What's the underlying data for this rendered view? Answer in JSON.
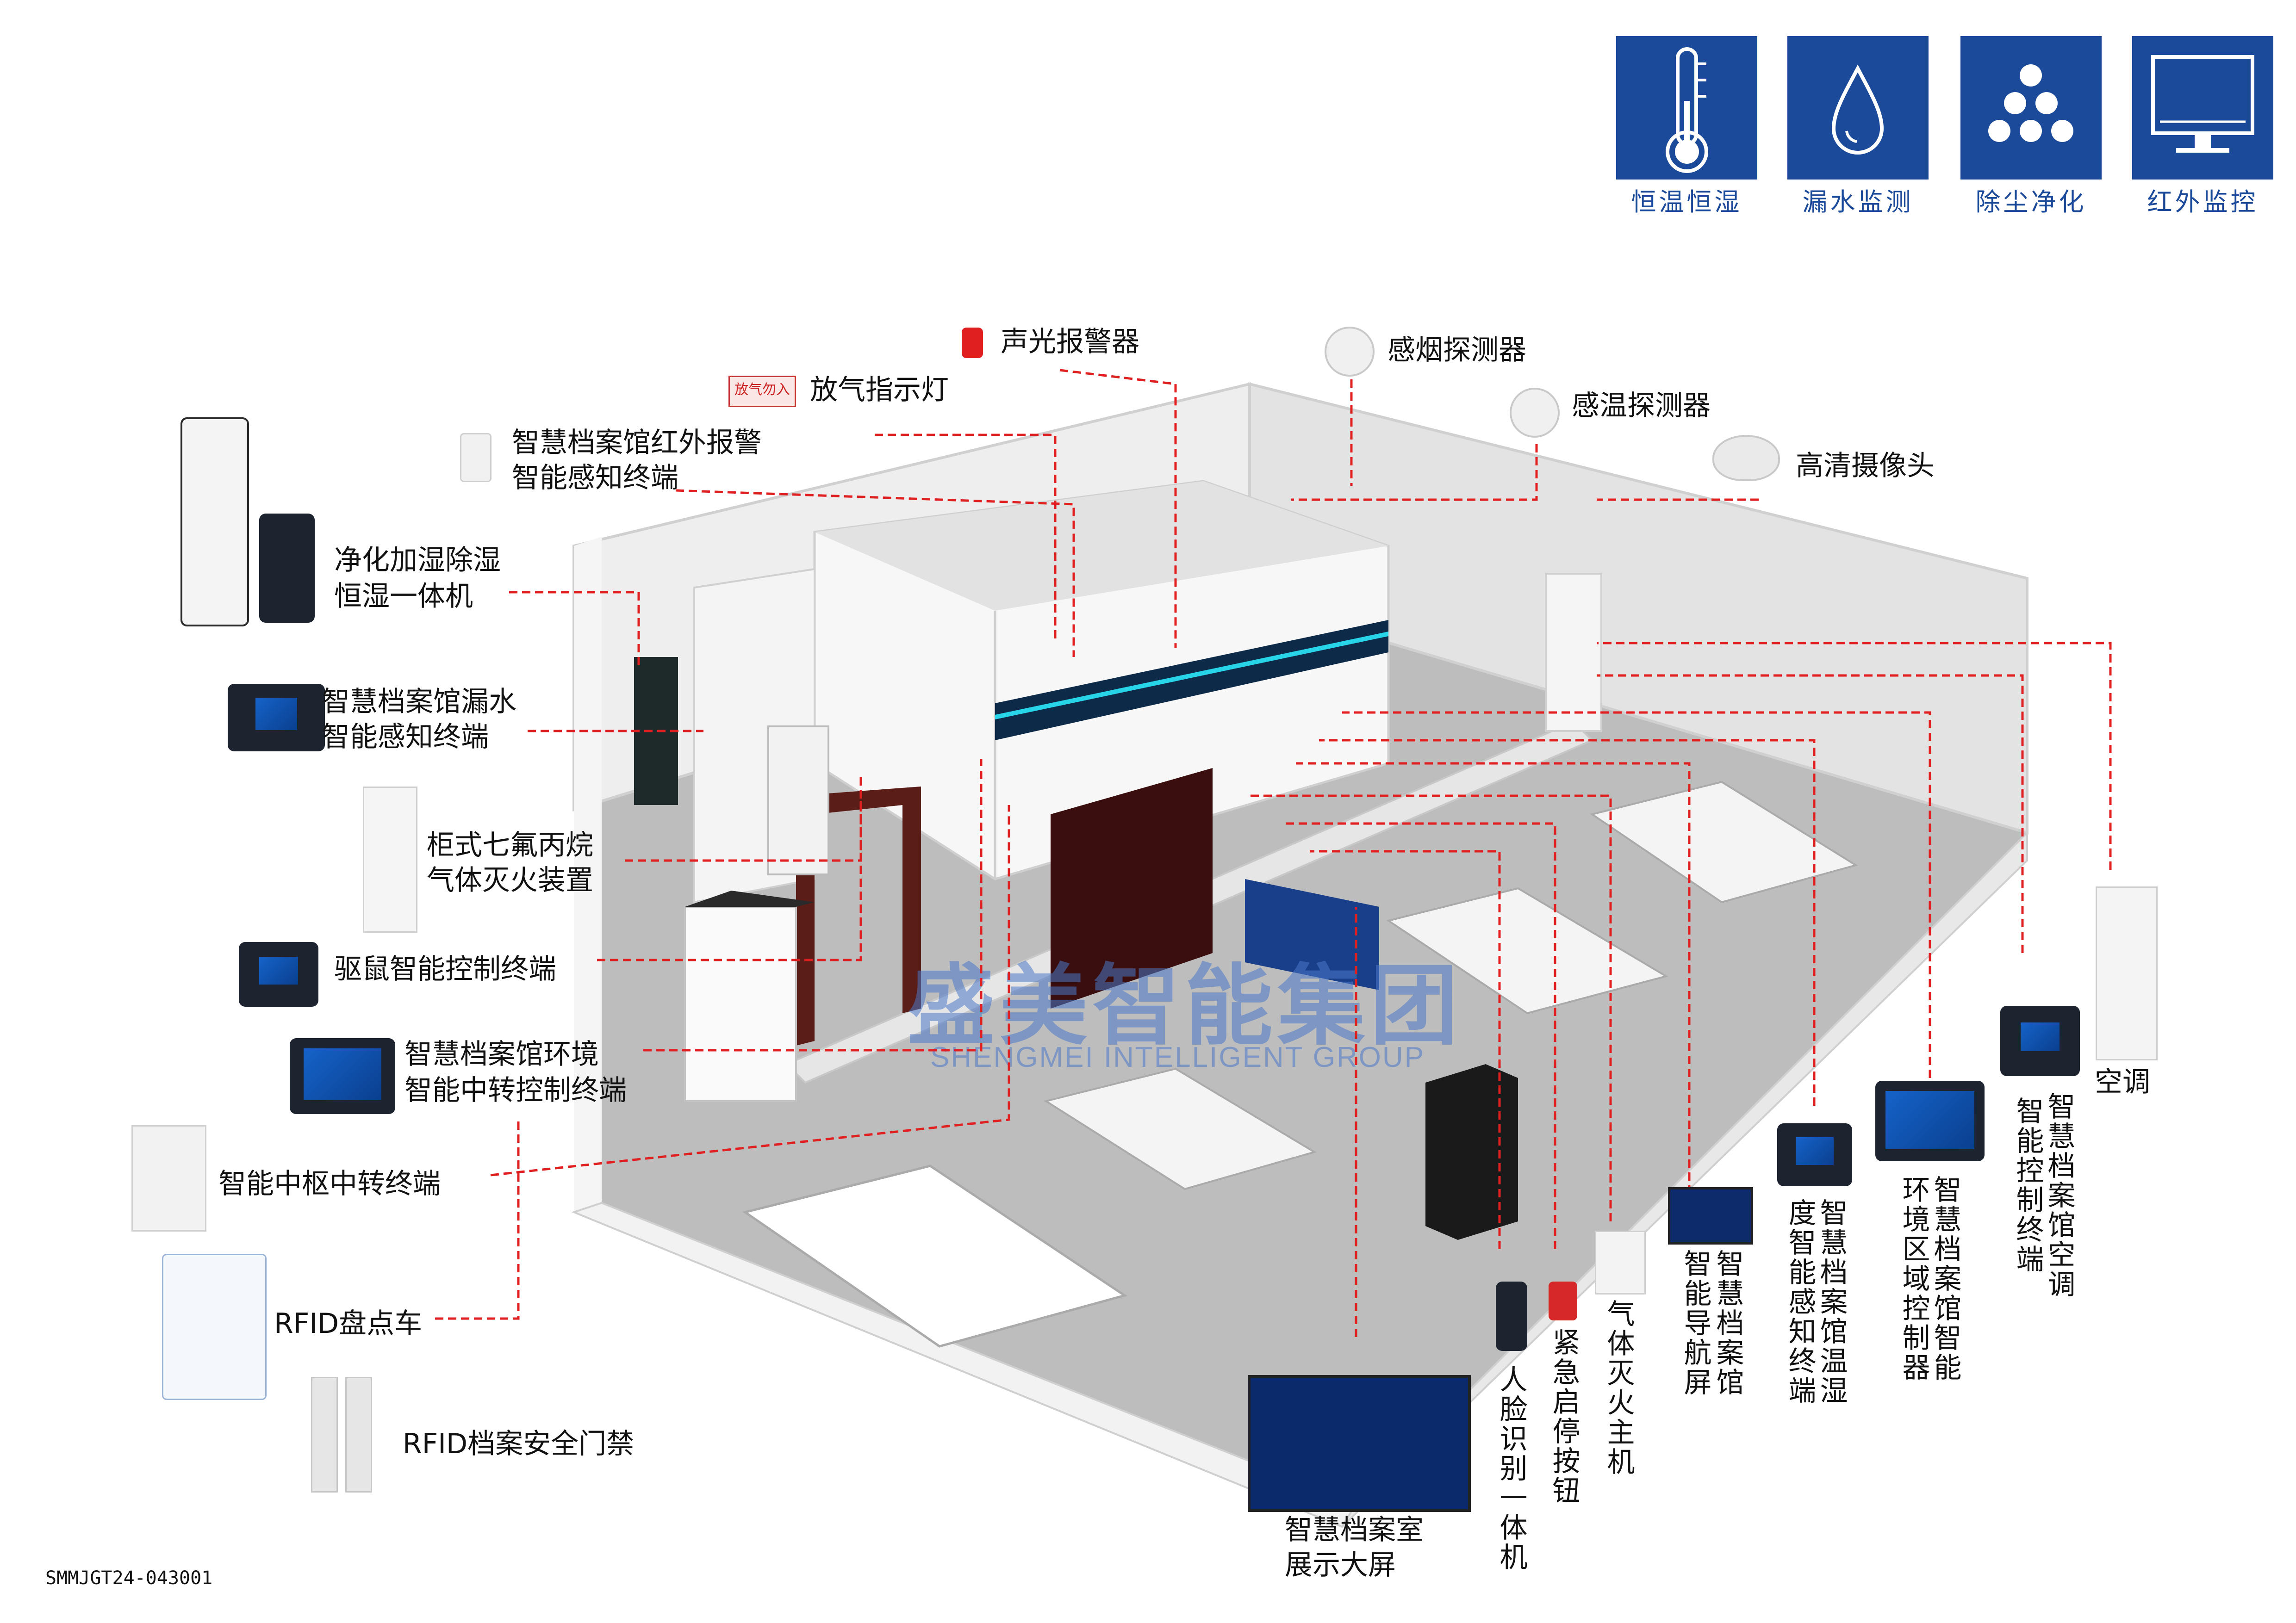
{
  "features": [
    {
      "label": "恒温恒湿",
      "icon": "thermometer-icon"
    },
    {
      "label": "漏水监测",
      "icon": "water-drop-icon"
    },
    {
      "label": "除尘净化",
      "icon": "dust-dots-icon"
    },
    {
      "label": "红外监控",
      "icon": "monitor-icon"
    }
  ],
  "labels": {
    "alarm": "声光报警器",
    "smoke": "感烟探测器",
    "release_light": "放气指示灯",
    "release_sign": "放气勿入",
    "heat": "感温探测器",
    "ir_line1": "智慧档案馆红外报警",
    "ir_line2": "智能感知终端",
    "camera": "高清摄像头",
    "purifier_line1": "净化加湿除湿",
    "purifier_line2": "恒湿一体机",
    "leak_line1": "智慧档案馆漏水",
    "leak_line2": "智能感知终端",
    "fire_line1": "柜式七氟丙烷",
    "fire_line2": "气体灭火装置",
    "rodent": "驱鼠智能控制终端",
    "env_line1": "智慧档案馆环境",
    "env_line2": "智能中转控制终端",
    "hub": "智能中枢中转终端",
    "rfid_cart": "RFID盘点车",
    "rfid_gate": "RFID档案安全门禁",
    "display_line1": "智慧档案室",
    "display_line2": "展示大屏",
    "face": "人脸识别一体机",
    "estop": "紧急启停按钮",
    "gas_host": "气体灭火主机",
    "nav_col1": "智慧档案馆",
    "nav_col2": "智能导航屏",
    "th_col1": "智慧档案馆温湿",
    "th_col2": "度智能感知终端",
    "area_col1": "智慧档案馆智能",
    "area_col2": "环境区域控制器",
    "ac_col1": "智慧档案馆空调",
    "ac_col2": "智能控制终端",
    "ac": "空调"
  },
  "watermark": {
    "cn": "盛美智能集团",
    "en": "SHENGMEI INTELLIGENT GROUP"
  },
  "code": "SMMJGT24-043001",
  "colors": {
    "tile": "#1c4a9a",
    "leader": "#e02020",
    "floor": "#b8b8b8",
    "wall": "#e9e9e9"
  }
}
